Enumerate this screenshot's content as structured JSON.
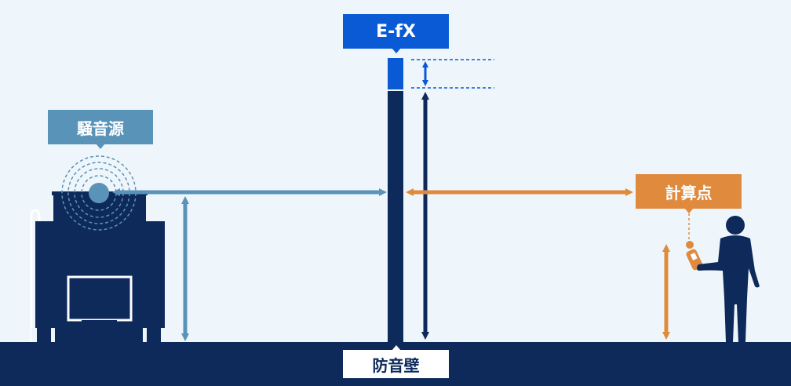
{
  "labels": {
    "efx": "E-fX",
    "noise_source": "騒音源",
    "calculation_point": "計算点",
    "sound_barrier": "防音壁"
  },
  "colors": {
    "background": "#eef6fb",
    "navy": "#0d2a5a",
    "efx_blue": "#0a5ad6",
    "source_blue": "#5a93b8",
    "calc_orange": "#e08a3e",
    "wall_label_bg": "#ffffff"
  },
  "icons": {
    "machine": "machine-icon",
    "person": "person-icon",
    "sound_meter": "sound-level-meter-icon"
  }
}
